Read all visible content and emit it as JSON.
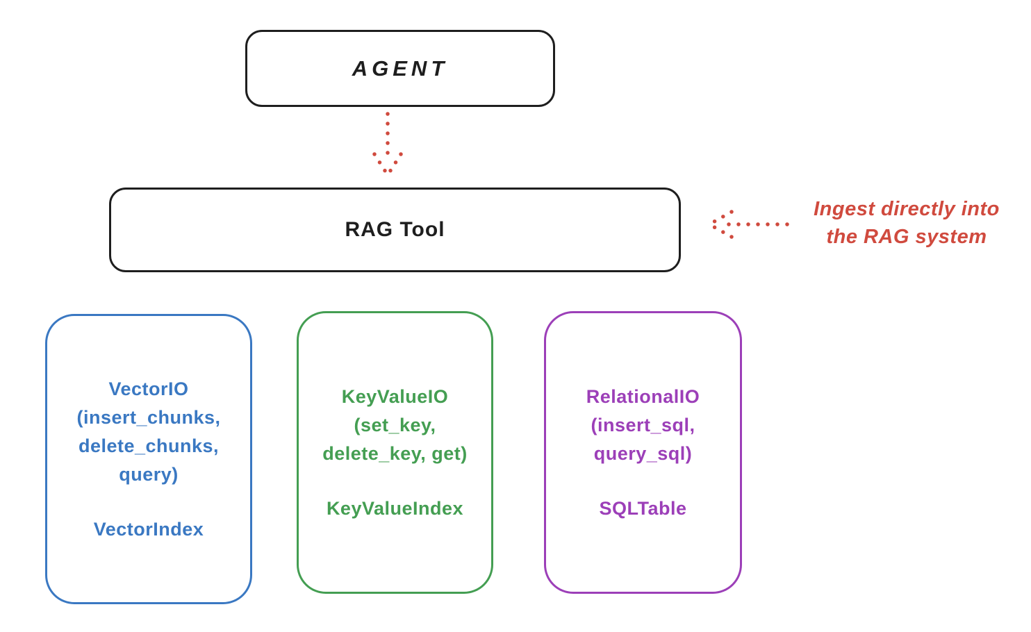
{
  "diagram": {
    "background": "#ffffff",
    "colors": {
      "stroke": "#1e1e1e",
      "red": "#d04a3e",
      "blue": "#3a78c2",
      "green": "#449e52",
      "purple": "#9c3fb8",
      "bg": "#ffffff"
    },
    "agent_box": {
      "label": "AGENT"
    },
    "rag_box": {
      "label": "RAG Tool"
    },
    "annotation": {
      "line1": "Ingest directly into",
      "line2": "the RAG system"
    },
    "arrows": [
      {
        "name": "agent-to-rag-tool",
        "style": "dotted",
        "direction": "down",
        "color": "#d04a3e"
      },
      {
        "name": "ingest-into-rag-tool",
        "style": "dotted",
        "direction": "left",
        "color": "#d04a3e"
      }
    ],
    "io_boxes": [
      {
        "name": "VectorIO",
        "color": "#3a78c2",
        "method_lines": [
          "VectorIO",
          "(insert_chunks,",
          "delete_chunks,",
          "query)"
        ],
        "index_label": "VectorIndex"
      },
      {
        "name": "KeyValueIO",
        "color": "#449e52",
        "method_lines": [
          "KeyValueIO",
          "(set_key,",
          "delete_key, get)"
        ],
        "index_label": "KeyValueIndex"
      },
      {
        "name": "RelationalIO",
        "color": "#9c3fb8",
        "method_lines": [
          "RelationalIO",
          "(insert_sql,",
          "query_sql)"
        ],
        "index_label": "SQLTable"
      }
    ]
  }
}
